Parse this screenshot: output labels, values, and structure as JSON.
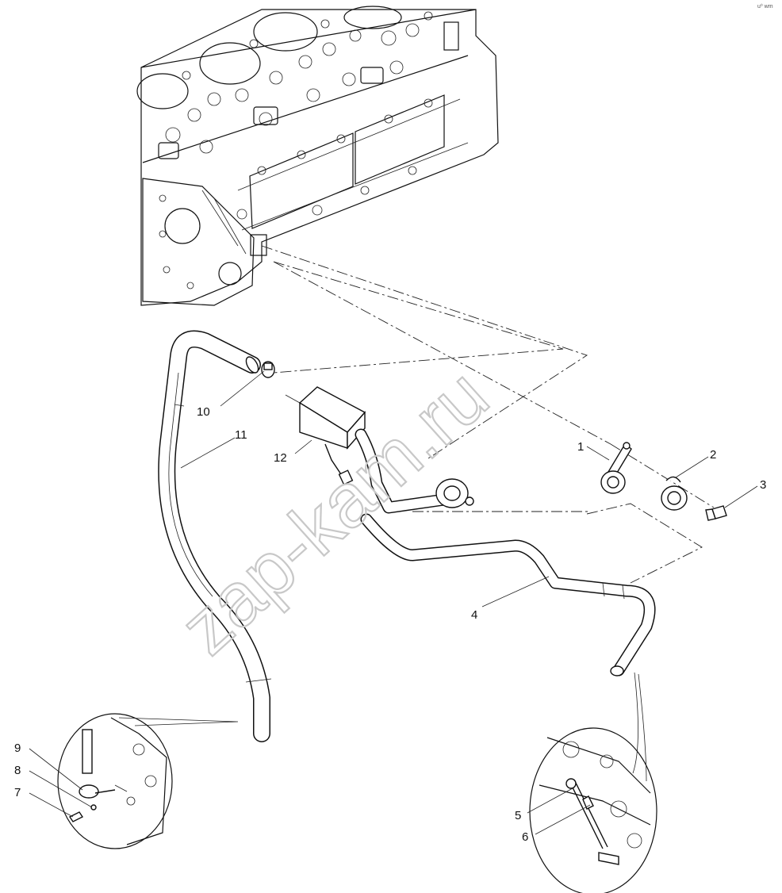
{
  "watermark": "zap-kam.ru",
  "corner_code": "u⁰ wm",
  "callouts": {
    "c1": "1",
    "c2": "2",
    "c3": "3",
    "c4": "4",
    "c5": "5",
    "c6": "6",
    "c7": "7",
    "c8": "8",
    "c9": "9",
    "c10": "10",
    "c11": "11",
    "c12": "12"
  }
}
